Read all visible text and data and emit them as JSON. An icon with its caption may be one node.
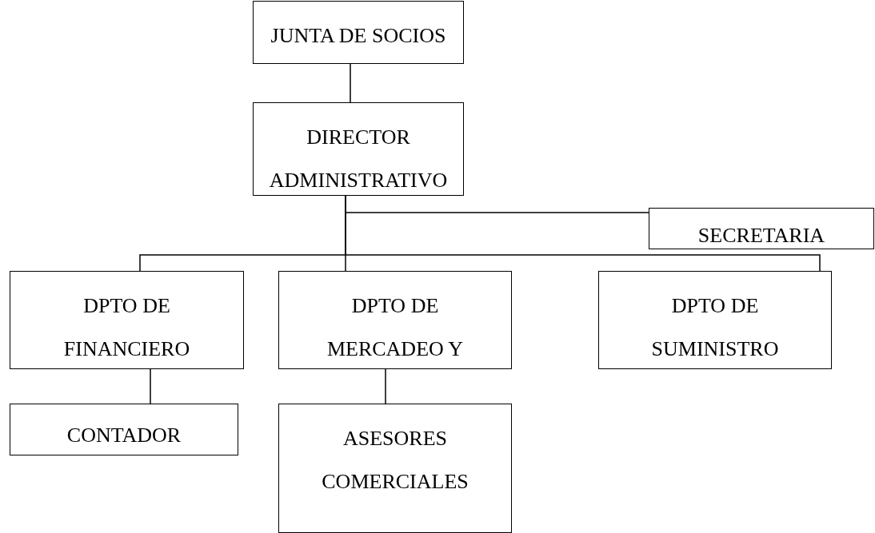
{
  "diagram": {
    "nodes": [
      {
        "text": [
          "JUNTA DE SOCIOS"
        ]
      },
      {
        "text": [
          "DIRECTOR ADMINISTRATIVO"
        ]
      },
      {
        "text": [
          "SECRETARIA"
        ]
      },
      {
        "text": [
          "DPTO DE FINANCIERO"
        ]
      },
      {
        "text": [
          "DPTO DE MERCADEO Y"
        ]
      },
      {
        "text": [
          "DPTO DE SUMINISTRO"
        ]
      },
      {
        "text": [
          "CONTADOR"
        ]
      },
      {
        "text": [
          "ASESORES COMERCIALES"
        ]
      }
    ],
    "edges": [
      {
        "from": 0,
        "to": 1,
        "arrow": "none"
      },
      {
        "from": 1,
        "to": 2,
        "arrow": "none"
      },
      {
        "from": 1,
        "to": 3,
        "arrow": "none"
      },
      {
        "from": 1,
        "to": 4,
        "arrow": "none"
      },
      {
        "from": 1,
        "to": 5,
        "arrow": "none"
      },
      {
        "from": 3,
        "to": 6,
        "arrow": "none"
      },
      {
        "from": 4,
        "to": 7,
        "arrow": "none"
      }
    ]
  }
}
